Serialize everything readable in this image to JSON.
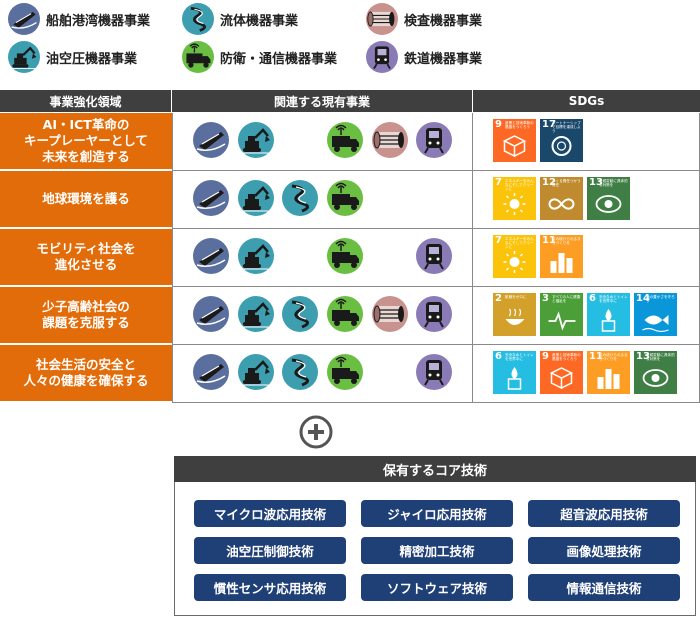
{
  "legend": [
    {
      "label": "船舶港湾機器事業",
      "icon": "ship-icon",
      "color": "#5b6f9f"
    },
    {
      "label": "流体機器事業",
      "icon": "wave-icon",
      "color": "#3d9eb0"
    },
    {
      "label": "検査機器事業",
      "icon": "rolls-icon",
      "color": "#c8928e"
    },
    {
      "label": "油空圧機器事業",
      "icon": "excavator-icon",
      "color": "#3d9eb0"
    },
    {
      "label": "防衛・通信機器事業",
      "icon": "truck-icon",
      "color": "#6abf43"
    },
    {
      "label": "鉄道機器事業",
      "icon": "train-icon",
      "color": "#8a7bb6"
    }
  ],
  "table": {
    "headers": [
      "事業強化領域",
      "関連する現有事業",
      "SDGs"
    ],
    "rows": [
      {
        "area": "AI・ICT革命の\nキープレーヤーとして\n未来を創造する",
        "businesses": [
          0,
          3,
          4,
          2,
          5
        ],
        "sdgs": [
          9,
          17
        ]
      },
      {
        "area": "地球環境を護る",
        "businesses": [
          0,
          3,
          1,
          4
        ],
        "sdgs": [
          7,
          12,
          13
        ]
      },
      {
        "area": "モビリティ社会を\n進化させる",
        "businesses": [
          0,
          3,
          4,
          5
        ],
        "sdgs": [
          7,
          11
        ]
      },
      {
        "area": "少子高齢社会の\n課題を克服する",
        "businesses": [
          0,
          3,
          1,
          4,
          2,
          5
        ],
        "sdgs": [
          2,
          3,
          6,
          14
        ]
      },
      {
        "area": "社会生活の安全と\n人々の健康を確保する",
        "businesses": [
          0,
          3,
          1,
          4,
          5
        ],
        "sdgs": [
          6,
          9,
          11,
          13
        ]
      }
    ]
  },
  "sdg_goals": {
    "2": {
      "color": "#d3a029",
      "text": "飢餓をゼロに"
    },
    "3": {
      "color": "#4c9f38",
      "text": "すべての人に健康と福祉を"
    },
    "6": {
      "color": "#26bde2",
      "text": "安全な水とトイレを世界中に"
    },
    "7": {
      "color": "#fcc30b",
      "text": "エネルギーをみんなにそしてクリーンに"
    },
    "9": {
      "color": "#fd6925",
      "text": "産業と技術革新の基盤をつくろう"
    },
    "11": {
      "color": "#fd9d24",
      "text": "住み続けられるまちづくりを"
    },
    "12": {
      "color": "#bf8b2e",
      "text": "つくる責任つかう責任"
    },
    "13": {
      "color": "#3f7e44",
      "text": "気候変動に具体的な対策を"
    },
    "14": {
      "color": "#0a97d9",
      "text": "海の豊かさを守ろう"
    },
    "17": {
      "color": "#19486a",
      "text": "パートナーシップで目標を達成しよう"
    }
  },
  "core_tech": {
    "title": "保有するコア技術",
    "items": [
      "マイクロ波応用技術",
      "ジャイロ応用技術",
      "超音波応用技術",
      "油空圧制御技術",
      "精密加工技術",
      "画像処理技術",
      "慣性センサ応用技術",
      "ソフトウェア技術",
      "情報通信技術"
    ]
  }
}
